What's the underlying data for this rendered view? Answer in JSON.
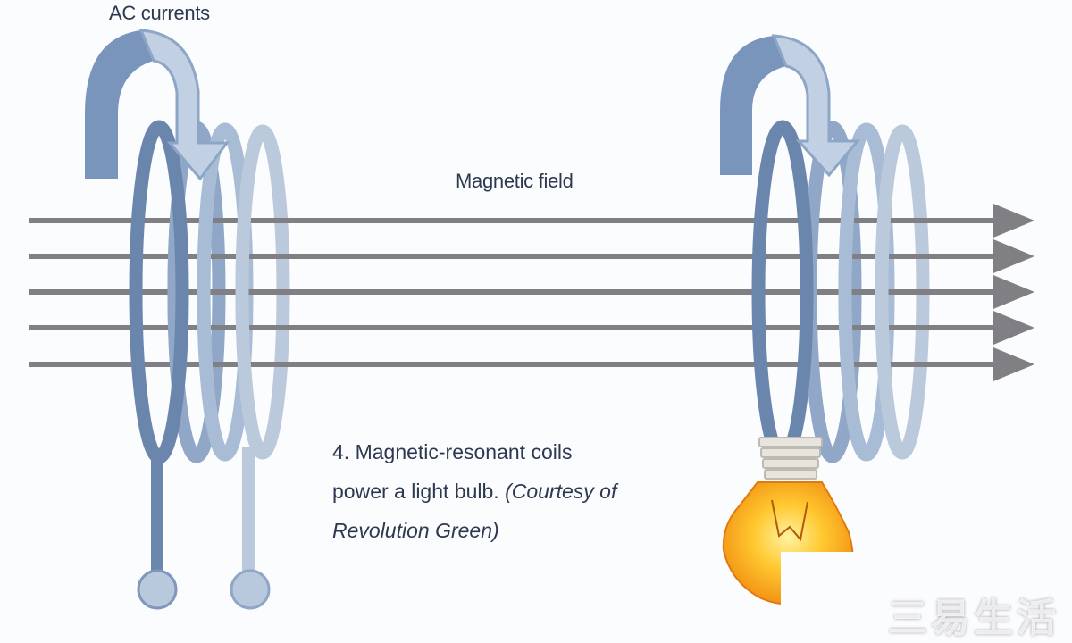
{
  "labels": {
    "ac_currents": "AC currents",
    "magnetic_field": "Magnetic field"
  },
  "caption": {
    "line1": "4. Magnetic-resonant coils",
    "line2_plain": "power a light bulb.",
    "line2_italic": "(Courtesy of",
    "line3_italic": "Revolution Green)"
  },
  "colors": {
    "field_line": "#7f7f84",
    "coil_dark": "#6b86ac",
    "coil_mid": "#90a7c7",
    "coil_light": "#bac9dc",
    "arrow_dark": "#7a95bb",
    "arrow_light": "#c1d0e2",
    "terminal": "#b9c9dd",
    "bulb_glow": "#f6a21a",
    "bulb_base": "#e6e4dc"
  },
  "icons": [
    "current-arrow-icon",
    "light-bulb-icon"
  ]
}
